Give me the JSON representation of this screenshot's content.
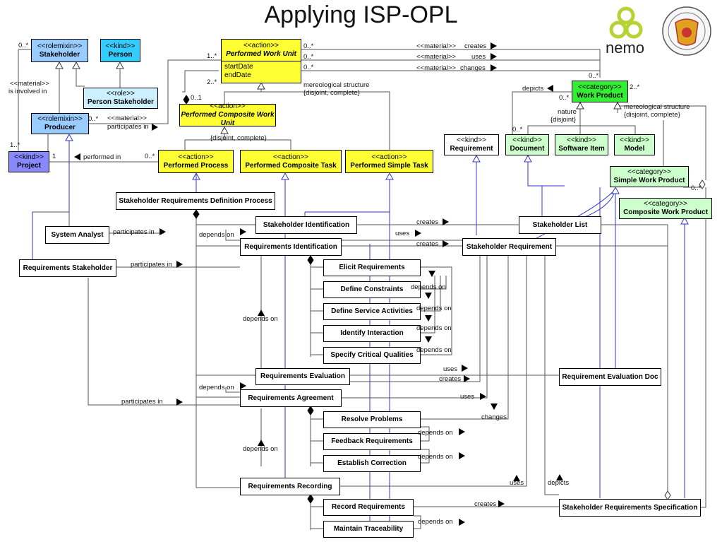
{
  "title": "Applying ISP-OPL",
  "logo": {
    "text": "nemo"
  },
  "colors": {
    "action": "#ffff33",
    "rolemixin": "#99ccff",
    "kind_person": "#33ccff",
    "role": "#ccf0ff",
    "project": "#8888ff",
    "work_product": "#33ee33",
    "light_green": "#ccffcc"
  },
  "nodes": {
    "stakeholder": {
      "st": "<<rolemixin>>",
      "nm": "Stakeholder"
    },
    "person": {
      "st": "<<kind>>",
      "nm": "Person"
    },
    "person_stakeholder": {
      "st": "<<role>>",
      "nm": "Person Stakeholder"
    },
    "producer": {
      "st": "<<rolemixin>>",
      "nm": "Producer"
    },
    "project": {
      "st": "<<kind>>",
      "nm": "Project"
    },
    "pwu": {
      "st": "<<action>>",
      "nm": "Performed Work Unit",
      "attr1": "startDate",
      "attr2": "endDate"
    },
    "pcwu": {
      "st": "<<action>>",
      "nm": "Performed Composite Work Unit"
    },
    "pp": {
      "st": "<<action>>",
      "nm": "Performed Process"
    },
    "pct": {
      "st": "<<action>>",
      "nm": "Performed Composite Task"
    },
    "pst": {
      "st": "<<action>>",
      "nm": "Performed Simple Task"
    },
    "work_product": {
      "st": "<<category>>",
      "nm": "Work Product"
    },
    "requirement": {
      "st": "<<kind>>",
      "nm": "Requirement"
    },
    "document": {
      "st": "<<kind>>",
      "nm": "Document"
    },
    "software_item": {
      "st": "<<kind>>",
      "nm": "Software Item"
    },
    "model": {
      "st": "<<kind>>",
      "nm": "Model"
    },
    "simple_wp": {
      "st": "<<category>>",
      "nm": "Simple Work Product"
    },
    "composite_wp": {
      "st": "<<category>>",
      "nm": "Composite Work Product"
    },
    "srdp": {
      "nm": "Stakeholder Requirements Definition Process"
    },
    "system_analyst": {
      "nm": "System Analyst"
    },
    "req_stakeholder": {
      "nm": "Requirements Stakeholder"
    },
    "stakeholder_identification": {
      "nm": "Stakeholder Identification"
    },
    "requirements_identification": {
      "nm": "Requirements Identification"
    },
    "stakeholder_list": {
      "nm": "Stakeholder List"
    },
    "stakeholder_requirement": {
      "nm": "Stakeholder Requirement"
    },
    "elicit": {
      "nm": "Elicit Requirements"
    },
    "define_constraints": {
      "nm": "Define Constraints"
    },
    "define_service": {
      "nm": "Define Service Activities"
    },
    "identify_interaction": {
      "nm": "Identify Interaction"
    },
    "specify_critical": {
      "nm": "Specify Critical Qualities"
    },
    "req_evaluation": {
      "nm": "Requirements Evaluation"
    },
    "req_eval_doc": {
      "nm": "Requirement Evaluation Doc"
    },
    "req_agreement": {
      "nm": "Requirements Agreement"
    },
    "resolve": {
      "nm": "Resolve Problems"
    },
    "feedback": {
      "nm": "Feedback Requirements"
    },
    "establish": {
      "nm": "Establish Correction"
    },
    "req_recording": {
      "nm": "Requirements Recording"
    },
    "record": {
      "nm": "Record Requirements"
    },
    "maintain": {
      "nm": "Maintain Traceability"
    },
    "srs": {
      "nm": "Stakeholder Requirements Specification"
    }
  },
  "labels": {
    "m_0star_a": "0..*",
    "m_0star_b": "0..*",
    "m_0star_c": "0..*",
    "m_1star_pwu": "1..*",
    "m_2star_pwu": "2..*",
    "m_01_pcwu": "0..1",
    "material_creates_m": "<<material>>",
    "creates_top": "creates",
    "material_uses_m": "<<material>>",
    "uses_top": "uses",
    "material_changes_m": "<<material>>",
    "changes_top": "changes",
    "mereo1": "mereological structure",
    "disjoint_complete1": "{disjoint, complete}",
    "disjoint_complete2": "{disjoint, complete}",
    "material_involved": "<<material>>",
    "is_involved_in": "is involved in",
    "m_0star_stake": "0..*",
    "m_1star_proj": "1..*",
    "m_0star_prod": "0..*",
    "material_part": "<<material>>",
    "participates_in_prod": "participates in",
    "m_1_proj": "1",
    "performed_in": "performed in",
    "m_0star_pp": "0..*",
    "depicts_top": "depicts",
    "m_0star_wp1": "0..*",
    "m_0star_wp2": "0..*",
    "m_2star_wp": "2..*",
    "nature": "nature",
    "disjoint_nat": "{disjoint}",
    "m_0star_doc": "0..*",
    "mereo2": "mereological structure",
    "disjoint_complete3": "{disjoint, complete}",
    "m_0star_swp": "0..*",
    "participates_in_sa": "participates in",
    "depends_on_si": "depends on",
    "creates_si": "creates",
    "uses_ri": "uses",
    "creates_ri": "creates",
    "participates_in_rs": "participates in",
    "depends_on_1": "depends on",
    "depends_on_2": "depends on",
    "depends_on_3": "depends on",
    "depends_on_4": "depends on",
    "depends_on_ri": "depends on",
    "uses_re": "uses",
    "creates_re": "creates",
    "depends_on_ra": "depends on",
    "participates_in_ra": "participates in",
    "uses_ra": "uses",
    "changes_rp": "changes",
    "depends_on_rp": "depends on",
    "depends_on_fr": "depends on",
    "depends_on_rr": "depends on",
    "uses_rr": "uses",
    "depicts_srs": "depicts",
    "creates_rec": "creates",
    "depends_on_mt": "depends on"
  }
}
